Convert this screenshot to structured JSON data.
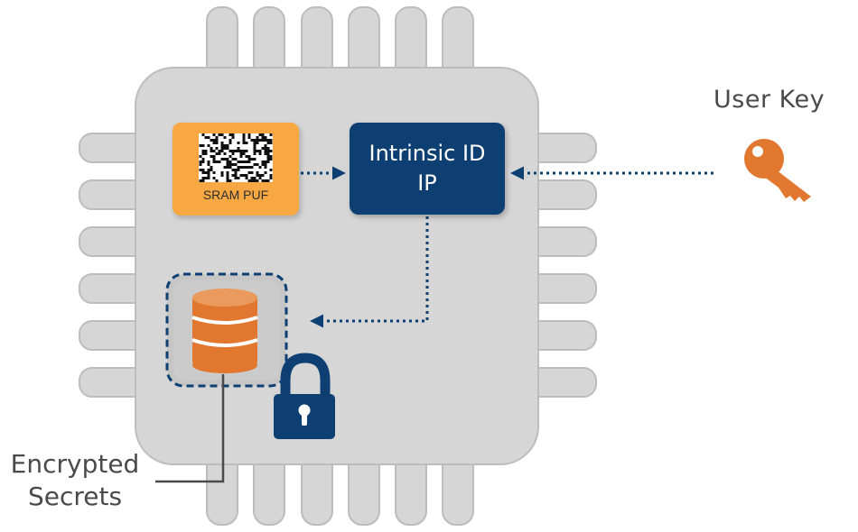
{
  "diagram": {
    "user_key_label": "User Key",
    "ip_block_line1": "Intrinsic ID",
    "ip_block_line2": "IP",
    "sram_puf_label": "SRAM PUF",
    "encrypted_secrets_line1": "Encrypted",
    "encrypted_secrets_line2": "Secrets"
  },
  "colors": {
    "chip_body": "#d6d6d6",
    "chip_outline": "#bdbdbd",
    "ip_block": "#0d3f73",
    "sram_puf": "#f8a842",
    "key_and_database": "#e2782f",
    "lock_and_arrows": "#0d3f73"
  },
  "icons": [
    "qr-code-icon",
    "database-icon",
    "padlock-icon",
    "key-icon"
  ]
}
